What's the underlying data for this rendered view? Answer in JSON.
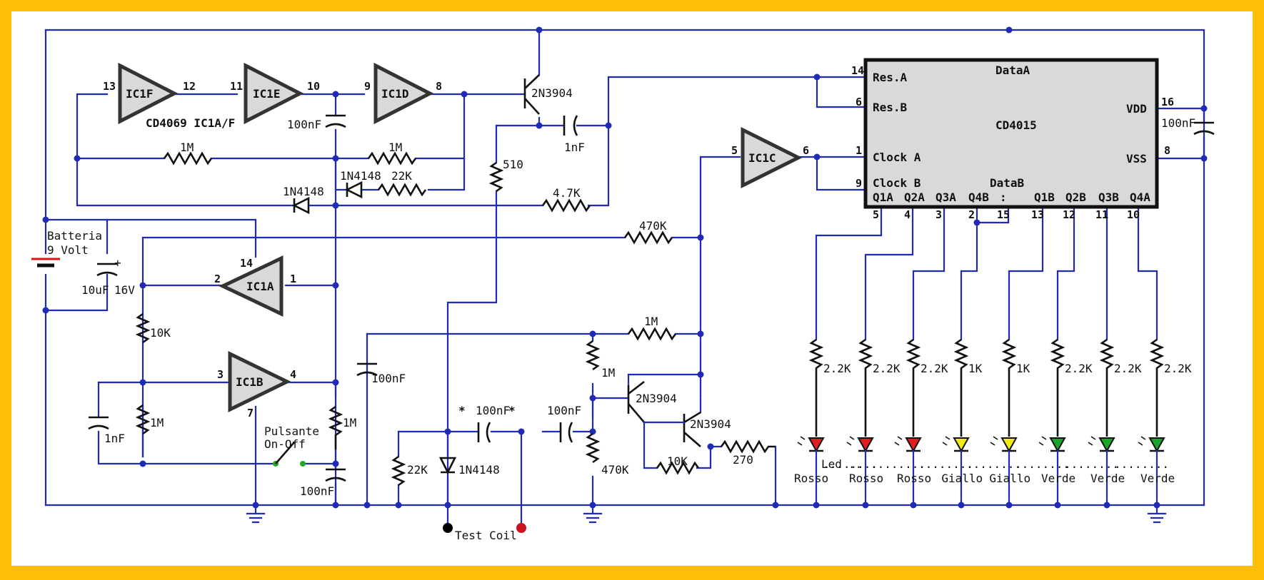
{
  "gates": {
    "ic1f": {
      "label": "IC1F",
      "in": "13",
      "out": "12"
    },
    "ic1e": {
      "label": "IC1E",
      "in": "11",
      "out": "10"
    },
    "ic1d": {
      "label": "IC1D",
      "in": "9",
      "out": "8"
    },
    "ic1c": {
      "label": "IC1C",
      "in": "5",
      "out": "6"
    },
    "ic1a": {
      "label": "IC1A",
      "in": "2",
      "out": "1",
      "extra": "14"
    },
    "ic1b": {
      "label": "IC1B",
      "in": "3",
      "out": "4",
      "extra": "7"
    }
  },
  "cd4069_label": "CD4069 IC1A/F",
  "chip": {
    "title": "CD4015",
    "data_a": "DataA",
    "data_b": "DataB",
    "res_a": "Res.A",
    "res_b": "Res.B",
    "vdd": "VDD",
    "vss": "VSS",
    "clock_a": "Clock A",
    "clock_b": "Clock B",
    "pin_res_a": "14",
    "pin_res_b": "6",
    "pin_clk_a": "1",
    "pin_clk_b": "9",
    "pin_vdd": "16",
    "pin_vss": "8",
    "outputs": [
      {
        "name": "Q1A",
        "pin": "5"
      },
      {
        "name": "Q2A",
        "pin": "4"
      },
      {
        "name": "Q3A",
        "pin": "3"
      },
      {
        "name": "Q4B",
        "pin": "2"
      },
      {
        "name": ":",
        "pin": "15"
      },
      {
        "name": "Q1B",
        "pin": "13"
      },
      {
        "name": "Q2B",
        "pin": "12"
      },
      {
        "name": "Q3B",
        "pin": "11"
      },
      {
        "name": "Q4A",
        "pin": "10"
      }
    ]
  },
  "components": {
    "r_1m_a": "1M",
    "r_1m_b": "1M",
    "r_22k": "22K",
    "r_510": "510",
    "r_4k7": "4.7K",
    "r_470k": "470K",
    "r_10k": "10K",
    "r_1m_c": "1M",
    "r_1m_d": "1M",
    "r_1m_e": "1M",
    "r_1m_f": "1M",
    "r_22k_b": "22K",
    "r_470k_b": "470K",
    "r_10k_b": "10K",
    "r_270": "270",
    "c_100nf_a": "100nF",
    "c_1nf_a": "1nF",
    "c_10uf": "10uF",
    "c_16v": "16V",
    "c_1nf_b": "1nF",
    "c_100nf_b": "100nF",
    "c_100nf_c": "100nF",
    "c_100nf_d": "100nF",
    "c_100nf_e": "100nF",
    "c_100nf_vdd": "100nF",
    "d_1n4148_a": "1N4148",
    "d_1n4148_b": "1N4148",
    "d_1n4148_c": "1N4148",
    "t_2n3904_a": "2N3904",
    "t_2n3904_b": "2N3904",
    "t_2n3904_c": "2N3904",
    "cap_plus": "+",
    "star_a": "*",
    "star_b": "*"
  },
  "battery": {
    "line1": "Batteria",
    "line2": "9 Volt"
  },
  "switch": {
    "line1": "Pulsante",
    "line2": "On-Off"
  },
  "test_coil": "Test Coil",
  "led_word": "Led",
  "leds": [
    {
      "res": "2.2K",
      "color_name": "Rosso",
      "color": "#e02020"
    },
    {
      "res": "2.2K",
      "color_name": "Rosso",
      "color": "#e02020"
    },
    {
      "res": "2.2K",
      "color_name": "Rosso",
      "color": "#e02020"
    },
    {
      "res": "1K",
      "color_name": "Giallo",
      "color": "#f2ea1a"
    },
    {
      "res": "1K",
      "color_name": "Giallo",
      "color": "#f2ea1a"
    },
    {
      "res": "2.2K",
      "color_name": "Verde",
      "color": "#1aa62a"
    },
    {
      "res": "2.2K",
      "color_name": "Verde",
      "color": "#1aa62a"
    },
    {
      "res": "2.2K",
      "color_name": "Verde",
      "color": "#1aa62a"
    }
  ],
  "colors": {
    "frame": "#fdbd08",
    "wire": "#1f2bb5",
    "gate_fill": "#d9d9d9",
    "chip_fill": "#d9d9d9",
    "probe_black": "#000000",
    "probe_red": "#c8141e",
    "switch_dot": "#22aa22"
  }
}
